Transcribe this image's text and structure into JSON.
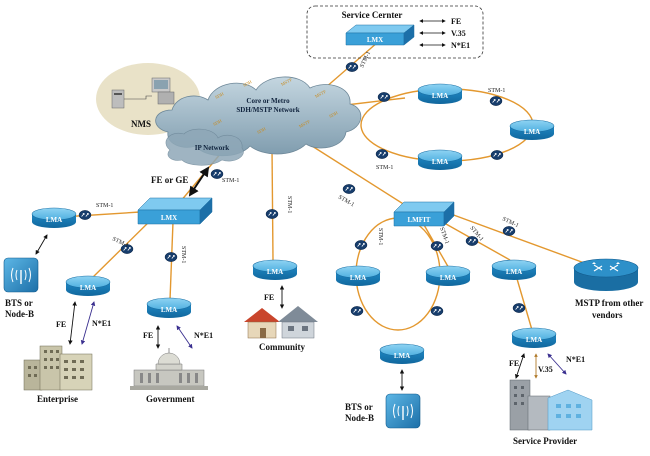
{
  "service_center": {
    "title": "Service Cernter",
    "device": "LMX",
    "interfaces": [
      "FE",
      "V.35",
      "N*E1"
    ]
  },
  "network": {
    "core_label_line1": "Core or Metro",
    "core_label_line2": "SDH/MSTP Network",
    "ip_network": "IP Network",
    "nms": "NMS",
    "cloud_tags": [
      "SDH",
      "SDH",
      "MSTP",
      "MSTP",
      "SDH",
      "SDH",
      "MSTP",
      "SDH"
    ]
  },
  "devices": {
    "lma": "LMA",
    "lmx": "LMX",
    "lmfit": "LMFIT"
  },
  "links": {
    "stm1": "STM-1",
    "fe_or_ge": "FE or GE",
    "fe": "FE",
    "ne1": "N*E1",
    "v35": "V.35"
  },
  "sites": {
    "bts_line1": "BTS or",
    "bts_line2": "Node-B",
    "enterprise": "Enterprise",
    "government": "Government",
    "community": "Community",
    "service_provider": "Service Provider",
    "mstp_line1": "MSTP from other",
    "mstp_line2": "vendors"
  },
  "colors": {
    "fiber": "#e3982f",
    "lma_blue": "#2d90c9",
    "cloud": "#9fb9c8",
    "nms_bg": "#e9e2c8",
    "ne1_arrow": "#3a2f8f"
  }
}
